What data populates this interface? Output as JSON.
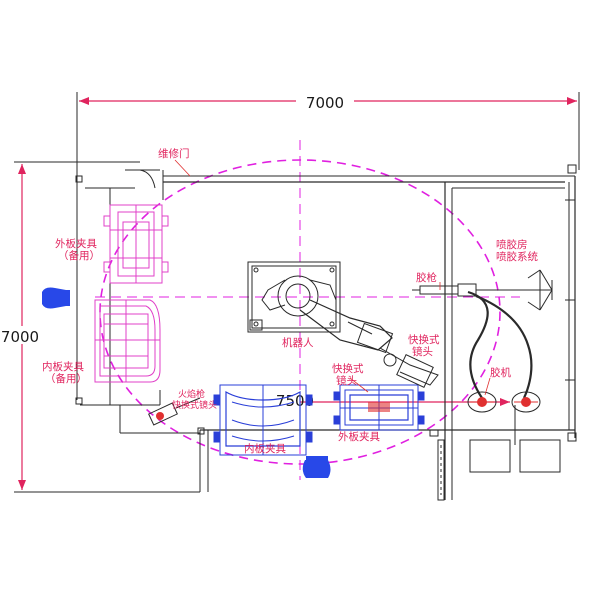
{
  "dimensions": {
    "width": "7000",
    "height": "7000",
    "radius": "7500"
  },
  "labels": {
    "maintenance_door": "维修门",
    "outer_fixture_spare_1": "外板夹具",
    "outer_fixture_spare_2": "（备用）",
    "inner_fixture_spare_1": "内板夹具",
    "inner_fixture_spare_2": "（备用）",
    "robot": "机器人",
    "quick_change_1_top": "快换式",
    "quick_change_1_bottom": "镜头",
    "quick_change_2_top": "快换式",
    "quick_change_2_bottom": "镜头",
    "glue_room": "喷胶房",
    "glue_system": "喷胶系统",
    "glue_gun": "胶枪",
    "glue_machine": "胶机",
    "fire_gun_1": "火焰枪",
    "fire_gun_2": "快换式镜头",
    "inner_fixture": "内板夹具",
    "outer_fixture": "外板夹具"
  },
  "colors": {
    "line": "#2a2a2a",
    "dimension": "#e0245e",
    "reach": "#e020e0",
    "fixture_magenta": "#e040c8",
    "fixture_blue": "#2a3fd8",
    "accent_blue": "#2848e8",
    "glue_red": "#e03030"
  }
}
